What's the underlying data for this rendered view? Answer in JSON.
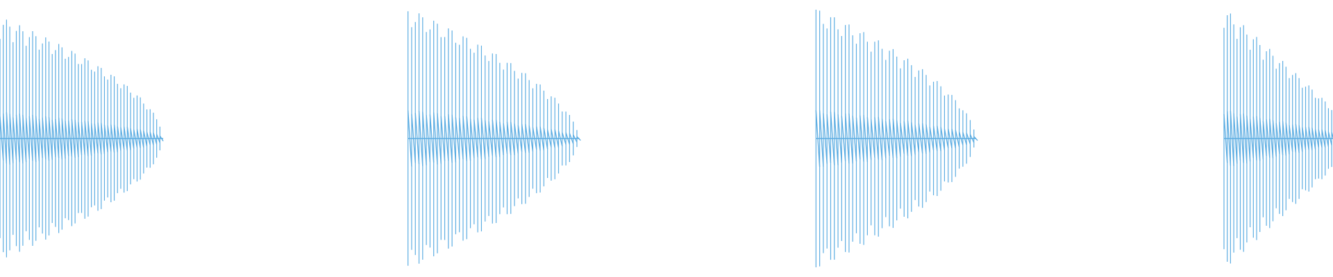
{
  "waveform": {
    "color": "#5dade2",
    "background": "#ffffff",
    "hits": [
      {
        "onset": 0.0,
        "duration": 0.1,
        "peak": 0.9,
        "decay": 0.55,
        "period": 0.004
      },
      {
        "onset": 0.25,
        "duration": 0.105,
        "peak": 0.97,
        "decay": 0.6,
        "period": 0.0045
      },
      {
        "onset": 0.5,
        "duration": 0.098,
        "peak": 0.97,
        "decay": 0.58,
        "period": 0.0045
      },
      {
        "onset": 0.75,
        "duration": 0.085,
        "peak": 0.97,
        "decay": 0.95,
        "period": 0.004
      }
    ],
    "visible_span": 0.8168
  }
}
